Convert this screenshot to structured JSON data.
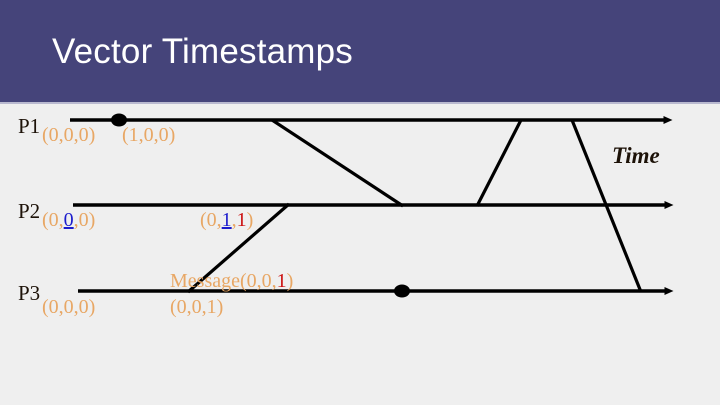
{
  "slide": {
    "title": "Vector Timestamps",
    "title_bar_color": "#45447a",
    "background_color": "#efefef",
    "axis_label": "Time"
  },
  "colors": {
    "timestamp_orange": "#e8a765",
    "highlight_blue": "#1c1ccc",
    "highlight_red": "#cc1111",
    "line_black": "#000000",
    "text_dark": "#1d1208"
  },
  "processes": [
    {
      "name": "P1",
      "initial_timestamp": "(0,0,0)",
      "event_timestamp": "(1,0,0)"
    },
    {
      "name": "P2",
      "initial_timestamp_parts": {
        "pre": "(0,",
        "mid": "0",
        "post": ",0)"
      },
      "received_timestamp_parts": {
        "pre": "(0,",
        "mid": "1",
        "sep": ",",
        "last": "1",
        "post": ")"
      }
    },
    {
      "name": "P3",
      "initial_timestamp": "(0,0,0)",
      "event_timestamp": "(0,0,1)"
    }
  ],
  "message": {
    "label_pre": "Message(0,0,",
    "label_value": "1",
    "label_post": ")"
  }
}
